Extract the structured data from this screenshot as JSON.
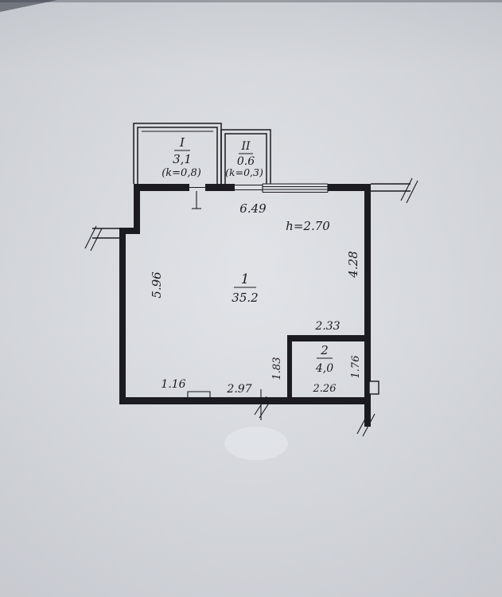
{
  "colors": {
    "paper": "#d7dade",
    "ink": "#1b1b21"
  },
  "rooms": {
    "balcony1": {
      "num": "I",
      "area": "3,1",
      "coef": "(k=0,8)"
    },
    "balcony2": {
      "num": "II",
      "area": "0.6",
      "coef": "(k=0,3)"
    },
    "room1": {
      "num": "1",
      "area": "35.2"
    },
    "room2": {
      "num": "2",
      "area": "4,0"
    }
  },
  "dims": {
    "top_wall": "6.49",
    "ceiling": "h=2.70",
    "right_wall": "4.28",
    "left_wall": "5.96",
    "room2_top": "2.33",
    "room2_left": "1.83",
    "room2_right": "1.76",
    "room2_bottom": "2.26",
    "bottom_left": "1.16",
    "bottom_mid": "2.97"
  }
}
